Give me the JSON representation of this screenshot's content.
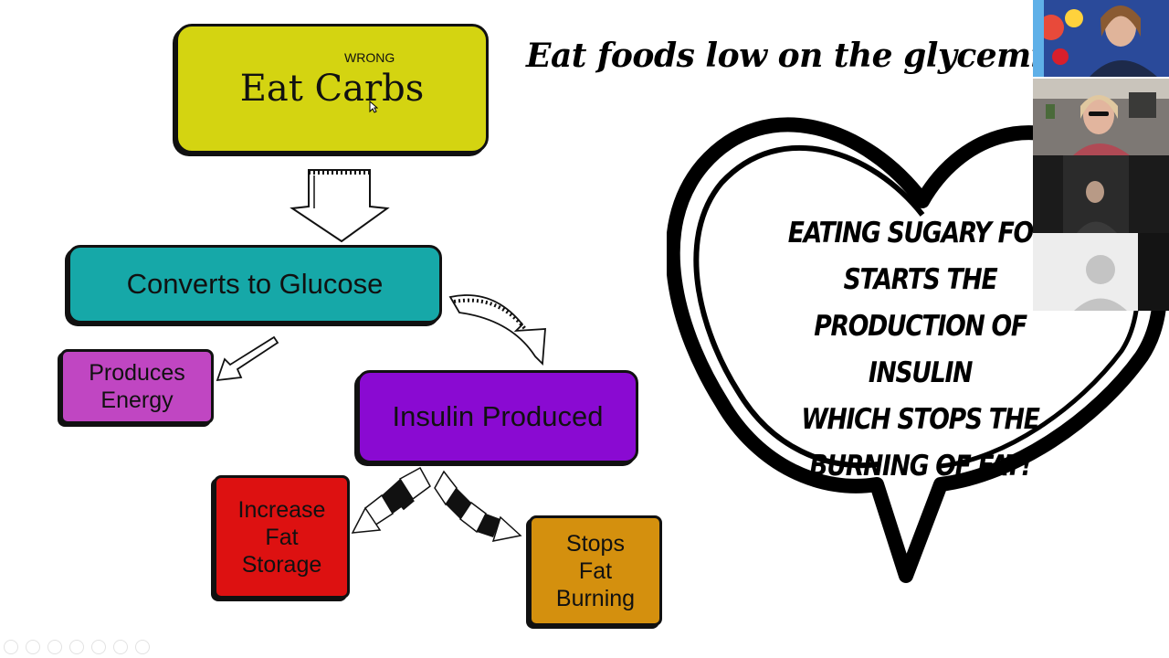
{
  "slide": {
    "flow": {
      "eat_carbs": "Eat Carbs",
      "annotation": "WRONG",
      "converts": "Converts to Glucose",
      "energy": [
        "Produces",
        "Energy"
      ],
      "insulin": "Insulin Produced",
      "fat_storage": [
        "Increase",
        "Fat",
        "Storage"
      ],
      "stops_fat": [
        "Stops",
        "Fat",
        "Burning"
      ]
    },
    "headline": "Eat foods low on the glycemic",
    "bubble_lines": [
      "EATING SUGARY FOO",
      "STARTS THE",
      "PRODUCTION OF INSULIN",
      "WHICH STOPS THE",
      "BURNING OF FAT!"
    ]
  },
  "colors": {
    "eat_carbs": "#d4d411",
    "converts": "#16a8a8",
    "energy": "#c046c2",
    "insulin": "#8a0ad2",
    "fat_storage": "#dd1111",
    "stops_fat": "#d4900e"
  },
  "participants": [
    {
      "kind": "video"
    },
    {
      "kind": "video"
    },
    {
      "kind": "video"
    },
    {
      "kind": "avatar",
      "icon": "person-avatar-icon"
    }
  ],
  "toolbar_icons": [
    "prev-icon",
    "next-icon",
    "pen-icon",
    "copy-icon",
    "zoom-icon",
    "grid-icon",
    "more-icon"
  ]
}
